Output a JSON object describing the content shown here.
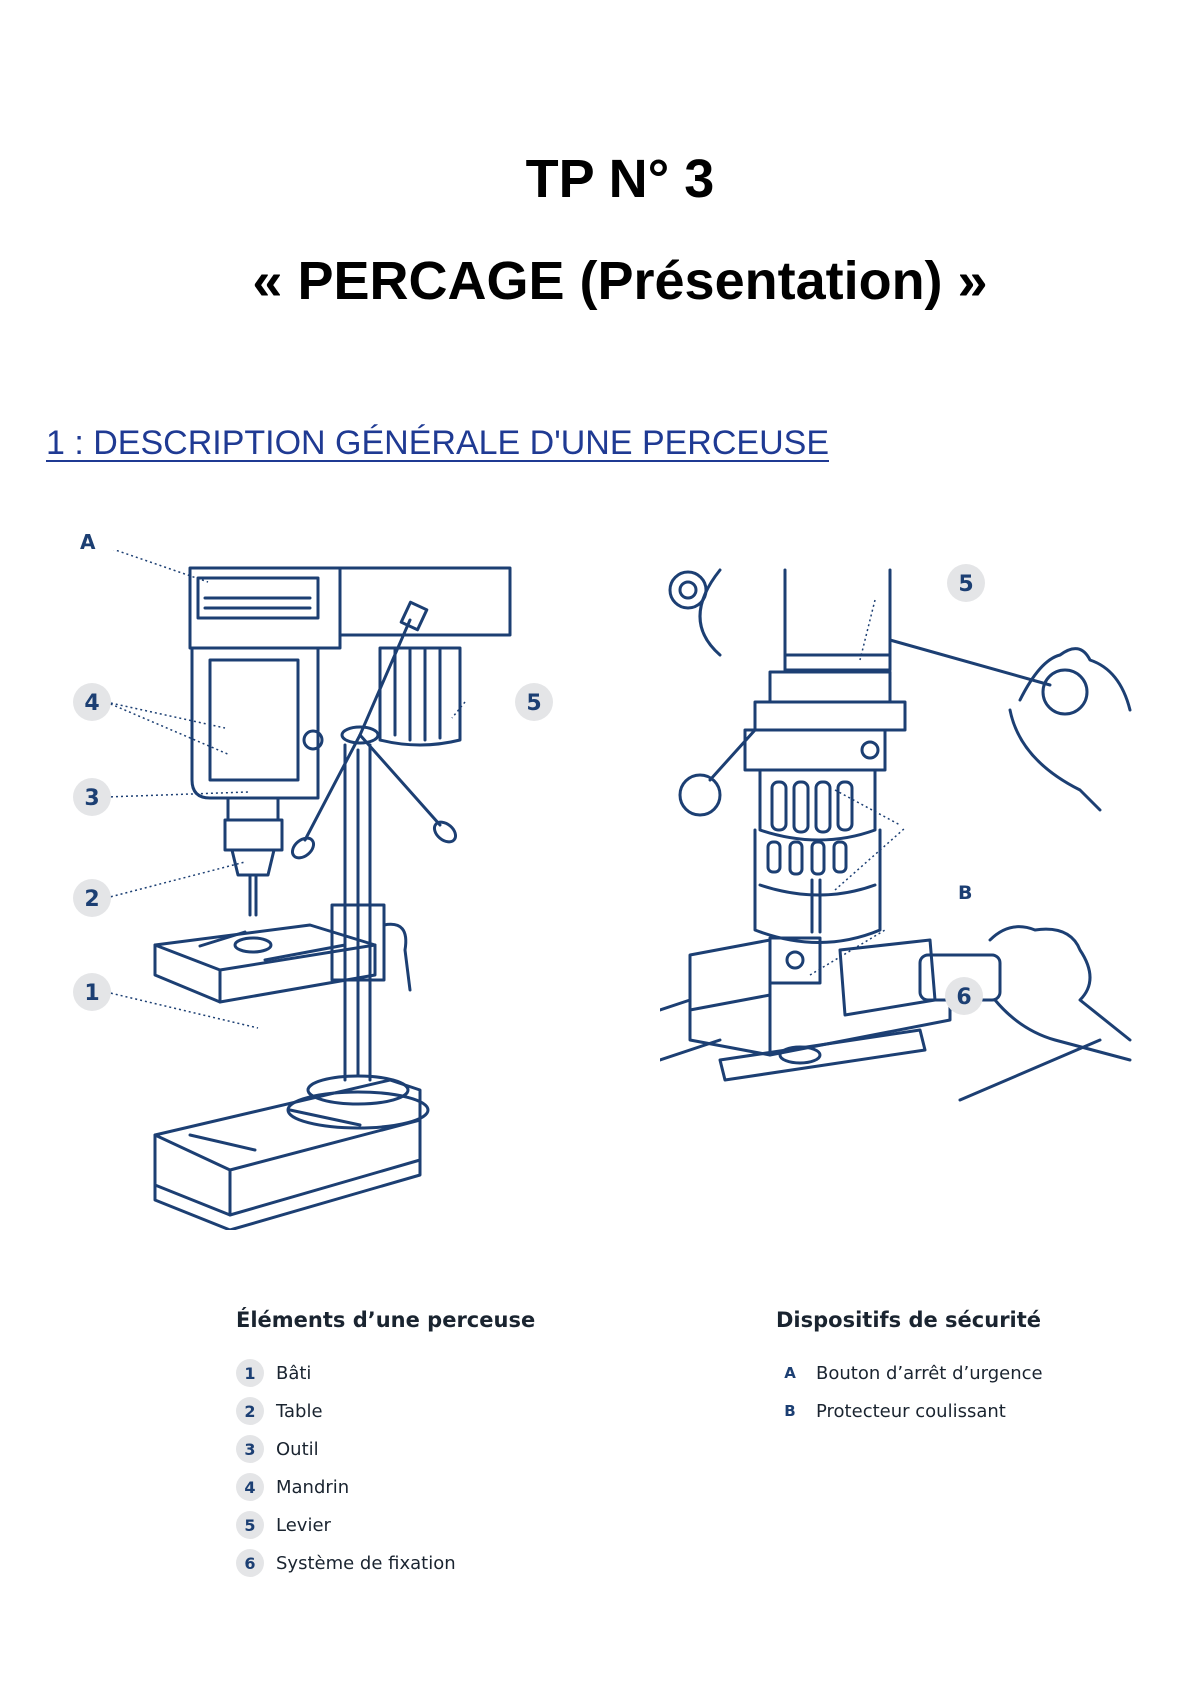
{
  "title_line1": "TP N° 3",
  "title_line2": "« PERCAGE (Présentation) »",
  "section_heading": "1 :  DESCRIPTION GÉNÉRALE D'UNE PERCEUSE",
  "figure_left": {
    "callouts": [
      "A",
      "4",
      "5",
      "3",
      "2",
      "1"
    ]
  },
  "figure_right": {
    "callouts": [
      "5",
      "B",
      "6"
    ]
  },
  "legend_elements": {
    "heading": "Éléments d’une perceuse",
    "items": [
      {
        "num": "1",
        "label": "Bâti"
      },
      {
        "num": "2",
        "label": "Table"
      },
      {
        "num": "3",
        "label": "Outil"
      },
      {
        "num": "4",
        "label": "Mandrin"
      },
      {
        "num": "5",
        "label": "Levier"
      },
      {
        "num": "6",
        "label": "Système de fixation"
      }
    ]
  },
  "legend_safety": {
    "heading": "Dispositifs de sécurité",
    "items": [
      {
        "letter": "A",
        "label": "Bouton d’arrêt d’urgence"
      },
      {
        "letter": "B",
        "label": "Protecteur coulissant"
      }
    ]
  },
  "colors": {
    "heading_blue": "#1f3a93",
    "line_art": "#1c3f73",
    "badge_bg": "#e4e5e7"
  }
}
